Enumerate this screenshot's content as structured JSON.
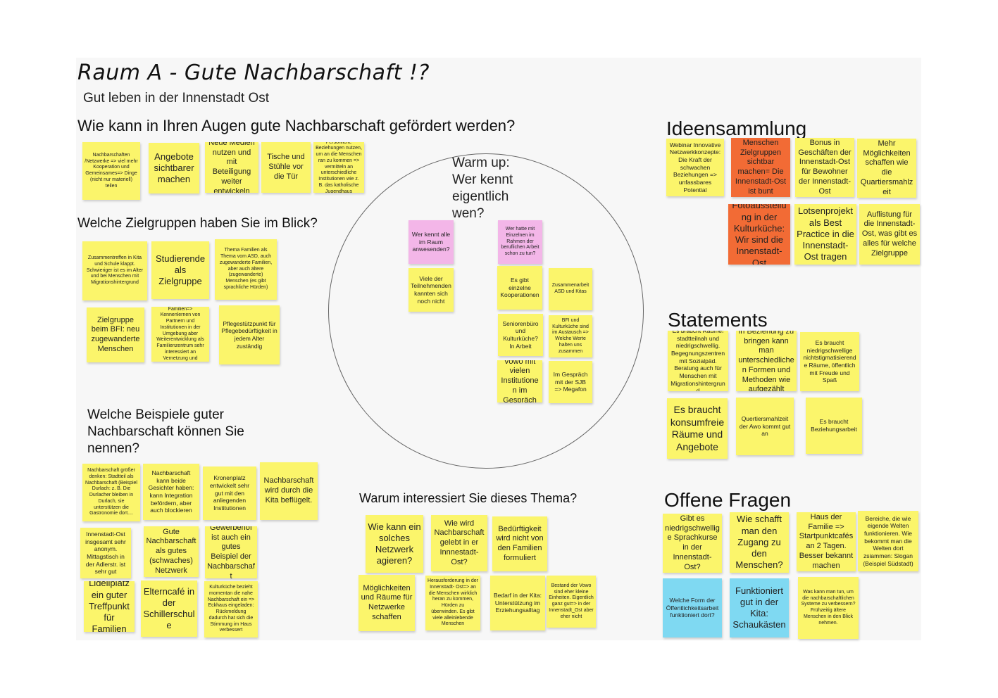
{
  "board": {
    "title": "Raum A - Gute Nachbarschaft !?",
    "subtitle": "Gut leben in der Innenstadt Ost"
  },
  "sections": {
    "q1": "Wie kann in Ihren Augen gute Nachbarschaft gefördert werden?",
    "q2": "Welche Zielgruppen haben Sie im Blick?",
    "q3": "Welche Beispiele guter Nachbarschaft können Sie nennen?",
    "q4": "Warum interessiert Sie dieses Thema?",
    "warmup": "Warm up: Wer kennt eigentlich wen?",
    "ideen": "Ideensammlung",
    "statements": "Statements",
    "fragen": "Offene Fragen"
  },
  "notes": {
    "q1": [
      "Nachbarschaften /Netzwerke => viel mehr Kooperation und Gemeinsames=> Dinge (nicht nur materiell) teilen",
      "Angebote sichtbarer machen",
      "Neue Medien nutzen und mit Beteiligung weiter entwickeln",
      "Tische und Stühle vor die Tür",
      "Persönliche Beziehungen nutzen, um an die Menschen ran zu kommen => vermitteln an unterschiedliche Institutionen wie z. B. das katholische Jugendhaus"
    ],
    "q2": [
      "Zusammentreffen in Kita und Schule klappt. Schwieriger ist es im Alter und bei Menschen mit Migrationshintergrund",
      "Studierende als Zielgruppe",
      "Thema Familien als Thema vom ASD, auch zugewanderte Familien, aber auch ältere (zugewanderte) Menschen (es gibt sprachliche Hürden)",
      "Zielgruppe beim BFI: neu zugewanderte Menschen",
      "Zielgruppe Kinder und Familien=> Kennenlernen von Partnern und Institutionen in der Umgebung aber Weiterentwicklung als Familienzentrum sehr interessiert an Vernetzung und Kooperationsprojekte",
      "Pflegestützpunkt für Pflegebedürftigkeit in jedem Alter zuständig"
    ],
    "q3": [
      "Nachbarschaft größer denken: Stadtteil als Nachbarschaft (Beispiel Durlach: z. B. Die Durlacher bleiben in Durlach, sie unterstützen die Gastronomie dort....",
      "Nachbarschaft kann beide Gesichter haben: kann Integration befördern, aber auch blockieren",
      "Kronenplatz entwickelt sehr gut mit den anliegenden Institutionen",
      "Nachbarschaft wird durch die Kita beflügelt.",
      "Innenstadt-Ost insgesamt sehr anonym. Mittagstisch in der Adlerstr. ist sehr gut",
      "Gute Nachbarschaft als gutes (schwaches) Netzwerk",
      "Gewerbehof ist auch ein gutes Beispiel der Nachbarschaft",
      "Lidellplatz ein guter Treffpunkt für Familien",
      "Elterncafé in der Schillerschule",
      "Kulturküche bezieht momentan die nahe Nachbarschaft ein => Eckhaus eingeladen: Rückmeldung dadurch hat sich die Stimmung im Haus verbessert"
    ],
    "warm": [
      "Wer kennt alle im Raum anwesenden?",
      "Wer hatte mit Einzelnen im Rahmen der beruflichen Arbeit schon zu tun?",
      "Viele der Teilnehmenden kannten sich noch nicht",
      "Es gibt einzelne Kooperationen",
      "Zusammenarbeit ASD und Kitas",
      "Seniorenbüro und Kulturküche? In Arbeit",
      "BFI und Kulturküche sind im Austausch => Welche Werte halten uns zusammen",
      "Vowo mit vielen Institutionen im Gespräch",
      "Im Gespräch mit der SJB => Megafon"
    ],
    "q4": [
      "Wie kann ein solches Netzwerk agieren?",
      "Wie wird Nachbarschaft gelebt in er Innnestadt-Ost?",
      "Bedürftigkeit wird nicht von den Familien formuliert",
      "Möglichkeiten und Räume für Netzwerke schaffen",
      "Herausforderung in der Innenstadt- Ost=> an die Menschen wirklich heran zu kommen, Hürden zu überwinden. Es gibt viele alleinlebende Menschen",
      "Bedarf in der Kita: Unterstützung im Erziehungsalltag",
      "Bestand der Vowo sind eher kleine Einheiten. Eigentlich ganz gut=> in der Innenstadt_Ost aber eher nicht"
    ],
    "ideen": [
      "Webinar Innovative Netzwerkkonzepte: Die Kraft der schwachen Beziehungen => unfassbares Potential",
      "Menschen Zielgruppen sichtbar machen= Die Innenstadt-Ost ist bunt",
      "Bonus in Geschäften der Innenstadt-Ost für Bewohner der Innenstadt-Ost",
      "Mehr Möglichkeiten schaffen wie die Quartiersmahlzeit",
      "Fotoausstellung in der Kulturküche: Wir sind die Innenstadt-Ost",
      "Lotsenprojekt als Best Practice in die Innenstadt-Ost tragen",
      "Auflistung für die Innenstadt-Ost, was gibt es alles für welche Zielgruppe"
    ],
    "statements": [
      "Es braucht Räume! stadtteilnah und niedrigschwellig. Begegnungszentren mit Sozialpäd. Beratung auch für Menschen mit Migrationshintergrund",
      "Um Menschen in Beziehung zu bringen kann man unterschiedlichen Formen und Methoden wie aufgezählt nutzen",
      "Es braucht niedrigschwellige nichtstigmatisierende Räume, öffentlich mit Freude und Spaß",
      "Es braucht konsumfreie Räume und Angebote",
      "Quertiersmahlzeit der Awo kommt gut an",
      "Es braucht Beziehungsarbeit"
    ],
    "fragen": [
      "Gibt es niedrigschwellige Sprachkurse in der Innenstadt-Ost?",
      "Wie schafft man den Zugang zu den Menschen?",
      "Haus der Familie => Startpunktcafés an 2 Tagen. Besser bekannt machen",
      "Bereiche, die wie eigende Welten funktionieren. Wie bekommt man die Welten dort zsiammen: Slogan (Beispiel Südstadt)",
      "Welche Form der Öffentlichkeitsarbeit funktioniert dort?",
      "Funktioniert gut in der Kita: Schaukästen",
      "Was kann man tun, um die nachbarschaftlichen Systeme zu verbessern? Frühzeitig ältere Menschen in den Blick nehmen."
    ]
  },
  "colors": {
    "yellow": "#fbf56b",
    "orange": "#f26b35",
    "pink": "#f3b6e8",
    "blue": "#7fd9f2",
    "board": "#f7f7f7"
  }
}
